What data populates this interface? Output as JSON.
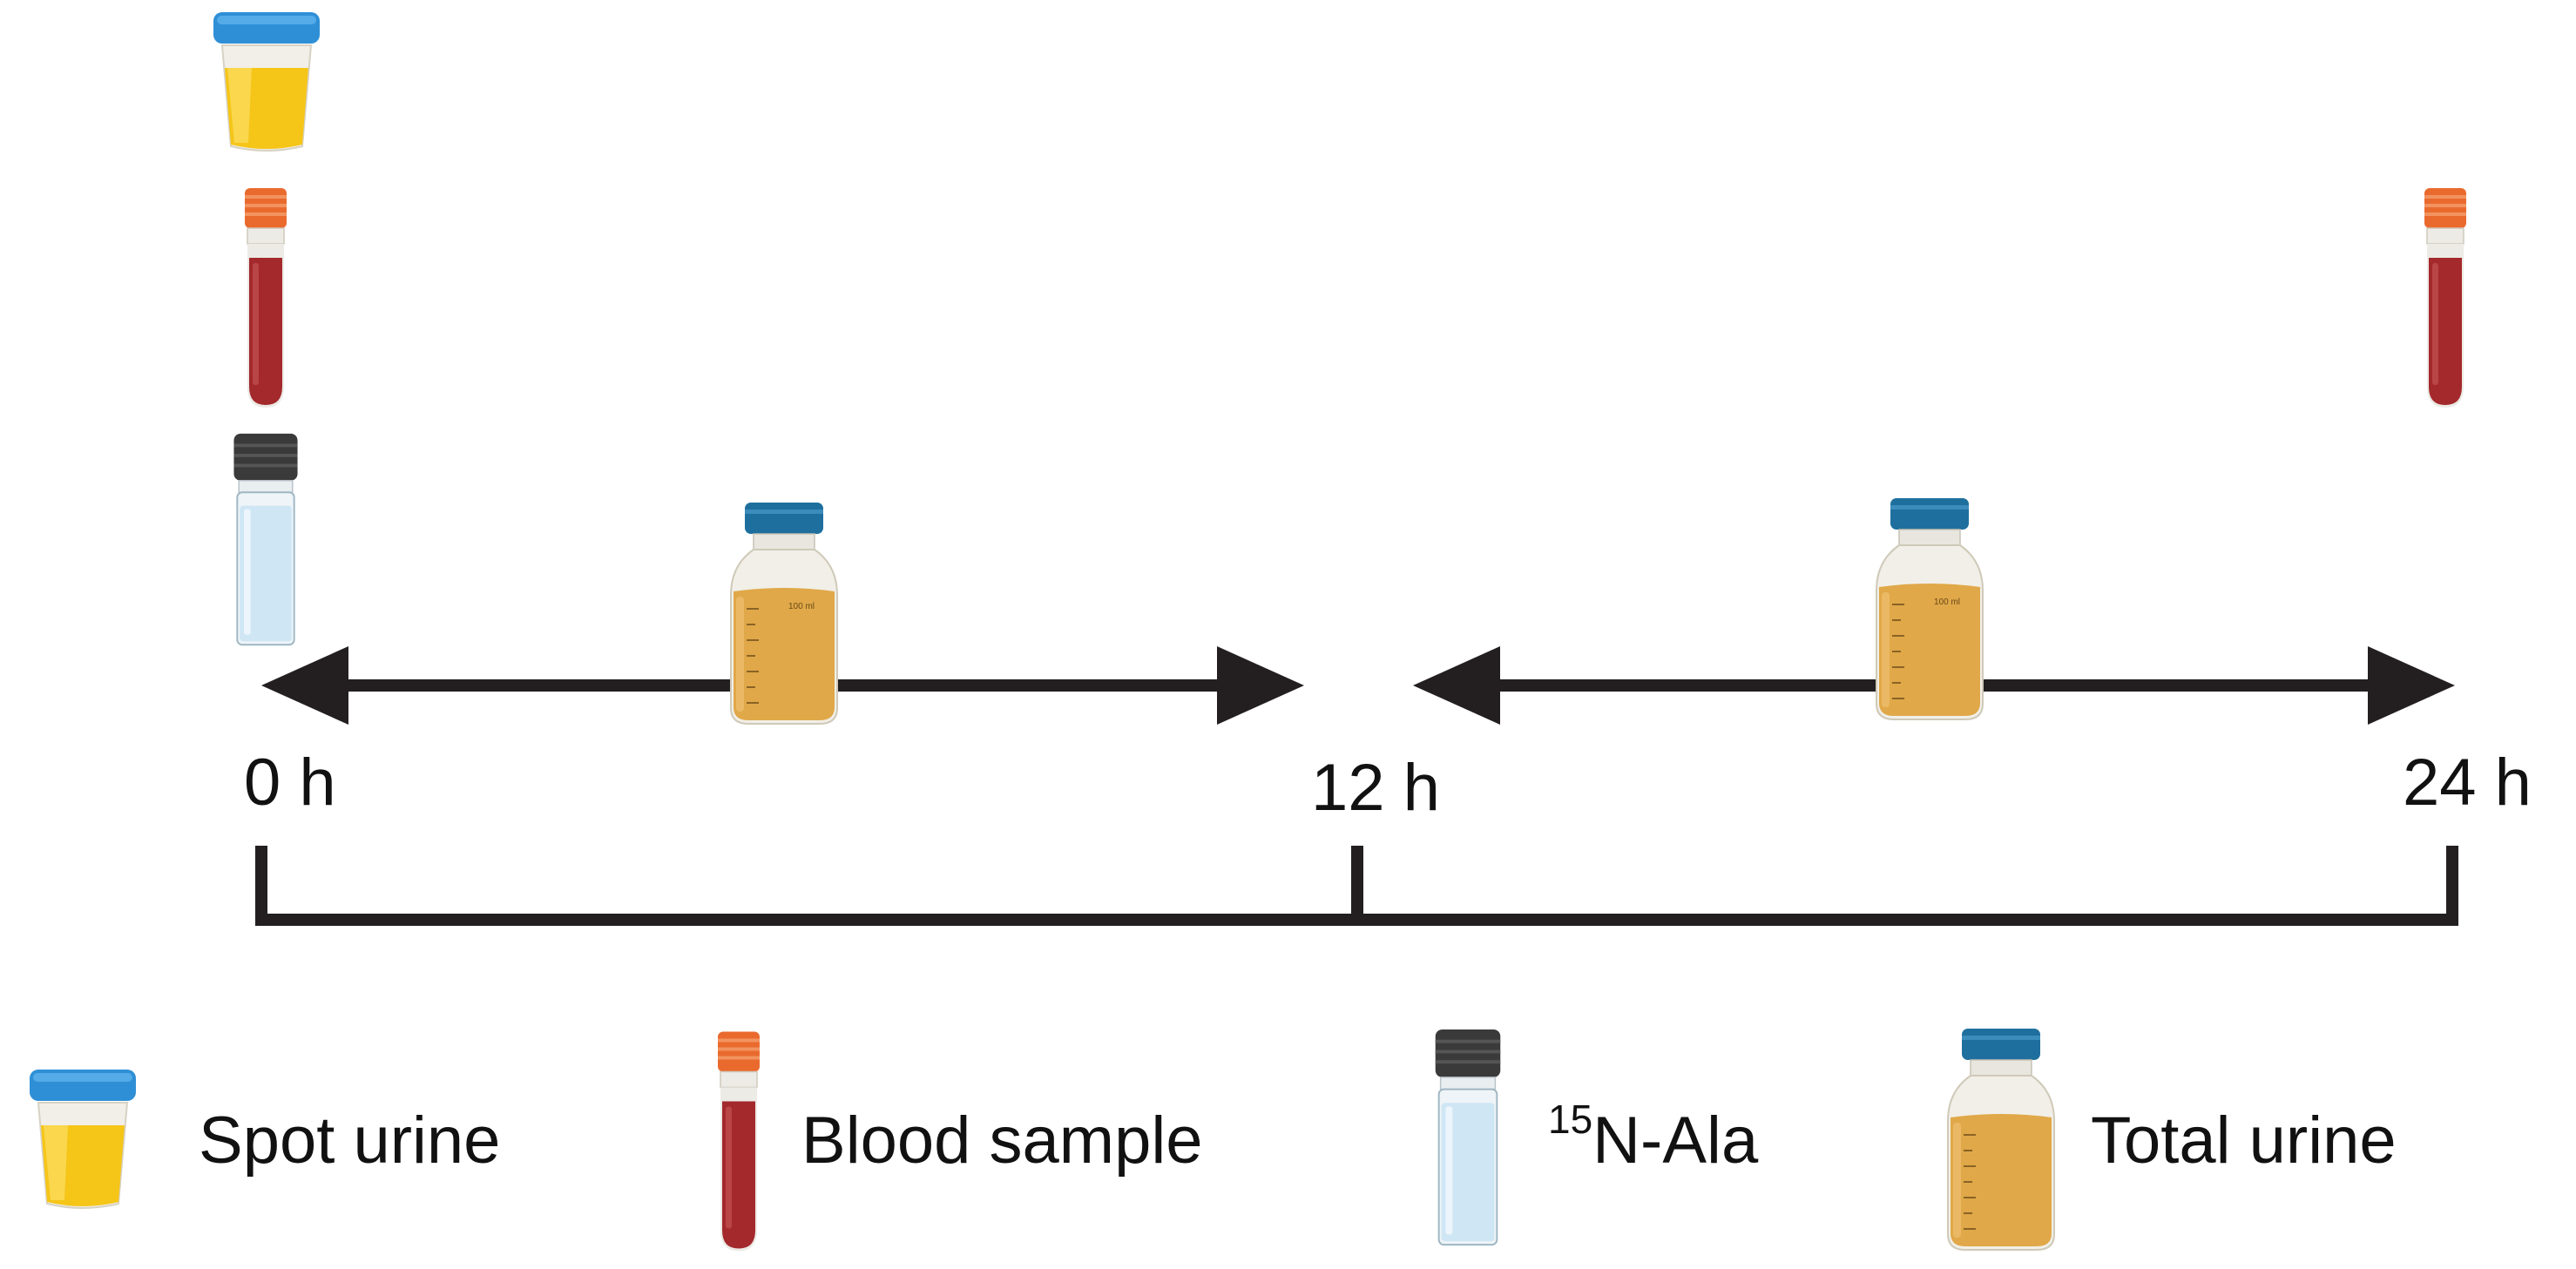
{
  "timeline": {
    "labels": [
      "0 h",
      "12 h",
      "24 h"
    ]
  },
  "legend": {
    "spot_urine": "Spot urine",
    "blood_sample": "Blood sample",
    "ala_isotope": "15",
    "ala_name": "N-Ala",
    "total_urine": "Total urine"
  },
  "bottle_mark": "100 ml",
  "colors": {
    "line": "#231f20",
    "urine_yellow": "#f5c518",
    "urine_amber": "#e0a848",
    "blood": "#a3292c",
    "blood_cap": "#ea6a2e",
    "vial_liquid": "#cfe6f5",
    "vial_cap": "#3a3a3a",
    "blue_cap": "#2f8fd6",
    "teal_cap": "#1f6f9e"
  },
  "icons": [
    "spot-urine-cup-icon",
    "blood-tube-icon",
    "ala-vial-icon",
    "total-urine-bottle-icon"
  ]
}
